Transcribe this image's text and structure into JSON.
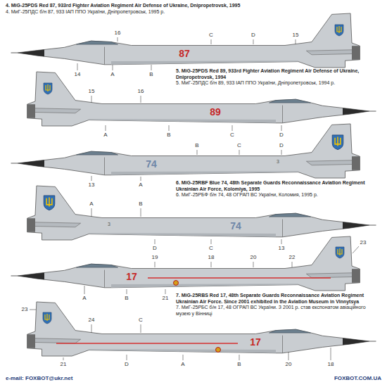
{
  "diagram": {
    "labels": [
      "4. MiG-25PDS Red 87, 933rd Fighter Aviation Regiment Air Defense of Ukraine, Dnipropetrovsk, 1995",
      "4. МиГ-25ПДС б/н 87, 933 ІАП ППО України, Дніпропетровськ, 1995 р.",
      "87",
      "16",
      "C",
      "D",
      "15",
      "14",
      "A",
      "B",
      "5. MiG-25PDS Red 89, 933rd Fighter Aviation Regiment Air Defense of Ukraine, Dnipropetrovsk, 1994",
      "5. МиГ-25ПДС б/н 89, 933 ІАП ППО України, Дніпропетровськ, 1994 р.",
      "89",
      "15",
      "16",
      "A",
      "B",
      "C",
      "D",
      "6. MiG-25RBF Blue 74, 48th Separate Guards Reconnaissance Aviation Regiment Ukrainian Air Force, Kolomiya, 1995",
      "6. МиГ-25РБФ б/н 74, 48 ОГРАП ВС України, Коломия, 1995 р.",
      "74",
      "3",
      "13",
      "A",
      "B",
      "C",
      "D",
      "74",
      "3",
      "A",
      "B",
      "C",
      "D",
      "13",
      "7. MiG-25RBS Red 17, 48th Separate Guards Reconnaissance Aviation Regiment Ukrainian Air Force. Since 2001 exhibited in the Aviation Museum in Vinnytsya",
      "7. МиГ-25РБС б/н 17, 48 ОГРАП ВС України. З 2001 р. став експонатом авіаційного музею у Вінниці",
      "17",
      "19",
      "18",
      "20",
      "22",
      "23",
      "A",
      "B",
      "21",
      "17",
      "24",
      "C",
      "23",
      "D",
      "A",
      "B",
      "20",
      "18",
      "21",
      "e-mail: FOXBOT@ukr.net",
      "FOXBOT.COM.UA"
    ]
  }
}
